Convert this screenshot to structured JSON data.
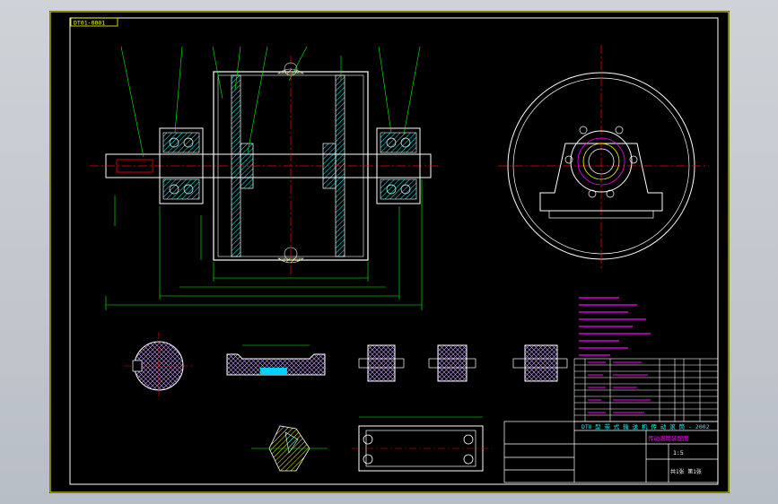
{
  "drawing": {
    "stamp_label": "DT01-0001",
    "title_line": "DTⅡ 型 带 式 输 送 机 传 动 滚 筒 - 2002",
    "title_sub": "传动滚筒装配图",
    "scale_text": "1:5",
    "sheet_text": "共1张 第1张",
    "colors": {
      "background": "#000000",
      "outline": "#ffffff",
      "dimension": "#00ff00",
      "center": "#ff0000",
      "notes": "#ff00ff",
      "hatch": "#00ffff",
      "yellow": "#ffff00"
    }
  }
}
